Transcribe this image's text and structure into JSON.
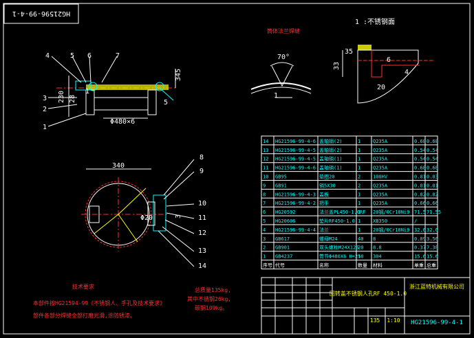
{
  "drawing": {
    "number_rotated": "HG21596-99-4-1",
    "number_title": "HG21596-99-4-1",
    "tech_title": "技术要求",
    "tech_lines": [
      "本部件按HG21594-99《不锈钢人、手孔及技术要求》",
      "部件各部分焊缝全部打磨光滑,涂防锈漆。"
    ],
    "weights": [
      "总质量135kg,",
      "其中不锈钢26kg,",
      "碳钢109kg。"
    ],
    "detail_title": "筒体法兰焊缝",
    "detail_label_right": "1 :不锈钢面",
    "angle_label": "70°",
    "dims": {
      "d480": "Φ480×6",
      "d340": "340",
      "d20": "Φ20",
      "r345": "345",
      "v230": "230",
      "v28": "28",
      "v3": "3",
      "v4": "4",
      "v33": "33",
      "v35": "35",
      "v20": "20",
      "v6": "6",
      "v5": "5",
      "v1": "1"
    },
    "balloons_top": [
      "4",
      "5",
      "6",
      "7",
      "3",
      "2",
      "1"
    ],
    "balloons_side": [
      "8",
      "9",
      "10",
      "11",
      "12",
      "13",
      "14"
    ]
  },
  "bom": [
    [
      "14",
      "HG21596-99-4-6",
      "盖轴销(2)",
      "1",
      "Q235A",
      "0.68",
      "0.68"
    ],
    [
      "13",
      "HG21596-99-4-5",
      "盖轴销(2)",
      "1",
      "Q235A",
      "0.54",
      "0.54"
    ],
    [
      "12",
      "HG21596-99-4-5",
      "盖轴销(1)",
      "1",
      "Q235A",
      "0.54",
      "0.54"
    ],
    [
      "11",
      "HG21596-99-4-6",
      "盖轴销(1)",
      "1",
      "Q235A",
      "0.68",
      "0.68"
    ],
    [
      "10",
      "GB95",
      "垫圈20",
      "2",
      "100HV",
      "0.01",
      "0.03"
    ],
    [
      "9",
      "GB91",
      "销5X30",
      "2",
      "Q235A",
      "0.01",
      "0.01"
    ],
    [
      "8",
      "HG21596-99-4-3",
      "盖板",
      "1",
      "Q235A",
      "0.82",
      "0.82"
    ],
    [
      "7",
      "HG21596-99-4-2",
      "把手",
      "1",
      "Q235A",
      "0.66",
      "0.66"
    ],
    [
      "6",
      "HG20592",
      "法兰盖PL450-1.0RF",
      "1",
      "20钢/0Cr18Ni9",
      "71.5",
      "71.55"
    ],
    [
      "5",
      "HG20606",
      "垫片RF450-1.0",
      "1",
      "XB350",
      "/",
      ""
    ],
    [
      "4",
      "HG21596-99-4-4",
      "法兰",
      "1",
      "20钢/0Cr18Ni9",
      "32.6",
      "32.6"
    ],
    [
      "3",
      "GB617",
      "螺母M24",
      "40",
      "8",
      "0.09",
      "3.56"
    ],
    [
      "2",
      "GB901",
      "双头螺柱M24X125",
      "20",
      "8.8",
      "0.37",
      "7.38"
    ],
    [
      "1",
      "GB4237",
      "筒节Φ480X6 H=250",
      "1",
      "304",
      "15.6",
      "15.6"
    ]
  ],
  "title_block": {
    "header_labels": [
      "序号",
      "代号",
      "名称",
      "数量",
      "材料",
      "单重",
      "总重"
    ],
    "product_name": "回转盖不锈钢人孔RF 450-1.0",
    "company": "浙江蓝特机械有限公司",
    "scale": "1:10",
    "qty": "135"
  }
}
